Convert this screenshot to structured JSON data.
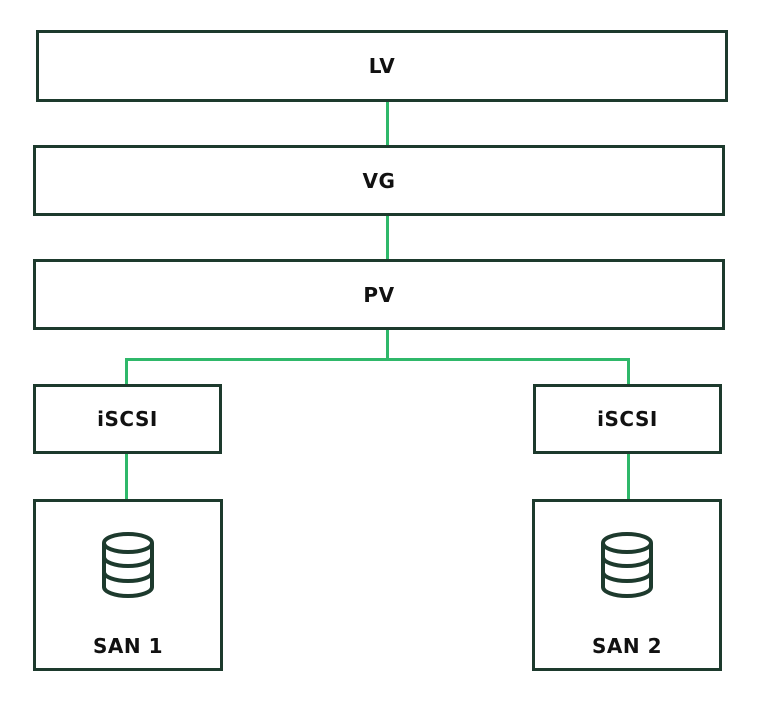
{
  "diagram": {
    "lv_label": "LV",
    "vg_label": "VG",
    "pv_label": "PV",
    "iscsi_left_label": "iSCSI",
    "iscsi_right_label": "iSCSI",
    "san1_label": "SAN 1",
    "san2_label": "SAN 2"
  },
  "colors": {
    "box_border": "#1d3a2d",
    "connector": "#2fb86a",
    "text": "#111111",
    "background": "#ffffff"
  },
  "icons": {
    "storage": "database-icon"
  }
}
